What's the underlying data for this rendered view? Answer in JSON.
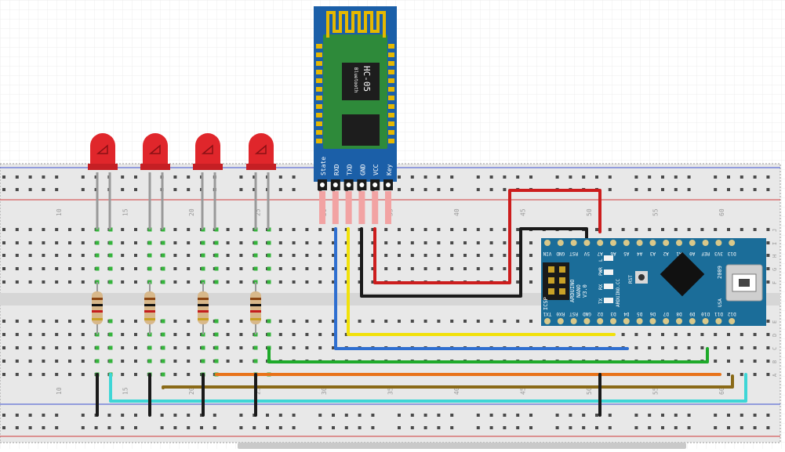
{
  "breadboard": {
    "top_column_numbers": [
      "10",
      "15",
      "20",
      "25",
      "30",
      "35",
      "40",
      "45",
      "50",
      "55",
      "60"
    ],
    "bottom_column_numbers": [
      "10",
      "15",
      "20",
      "25",
      "30",
      "35",
      "40",
      "45",
      "50",
      "55",
      "60"
    ],
    "right_row_letters": [
      "J",
      "I",
      "H",
      "G",
      "F",
      "E",
      "D",
      "C",
      "B",
      "A"
    ]
  },
  "bluetooth_module": {
    "model": "HC-05",
    "subtitle": "Bluetooth",
    "pins": [
      "State",
      "RXD",
      "TXD",
      "GND",
      "VCC",
      "Key"
    ],
    "color": "#1b5fa8"
  },
  "arduino": {
    "name": "ARDUINO",
    "model": "NANO",
    "version": "V3.0",
    "site": "ARDUINO.CC",
    "year": "2009",
    "country": "USA",
    "icsp_label": "ICSP",
    "led_labels": [
      "L",
      "PWR",
      "RX",
      "TX"
    ],
    "rst_button_label": "RST",
    "top_pins": [
      "VIN",
      "GND",
      "RST",
      "5V",
      "A7",
      "A6",
      "A5",
      "A4",
      "A3",
      "A2",
      "A1",
      "A0",
      "REF",
      "3V3",
      "D13"
    ],
    "bottom_pins": [
      "TX1",
      "RX0",
      "RST",
      "GND",
      "D2",
      "D3",
      "D4",
      "D5",
      "D6",
      "D7",
      "D8",
      "D9",
      "D10",
      "D11",
      "D12"
    ],
    "color": "#1b6d99"
  },
  "components": {
    "led_count": 4,
    "led_color": "#e0262b",
    "resistor_count": 4
  },
  "wire_colors": {
    "red": "#cc1d1d",
    "black": "#1a1a1a",
    "blue": "#2f6fd0",
    "yellow": "#f1e10a",
    "green": "#1eaa2a",
    "orange": "#e8731a",
    "brown": "#8a6a18",
    "cyan": "#3ed6d6"
  }
}
